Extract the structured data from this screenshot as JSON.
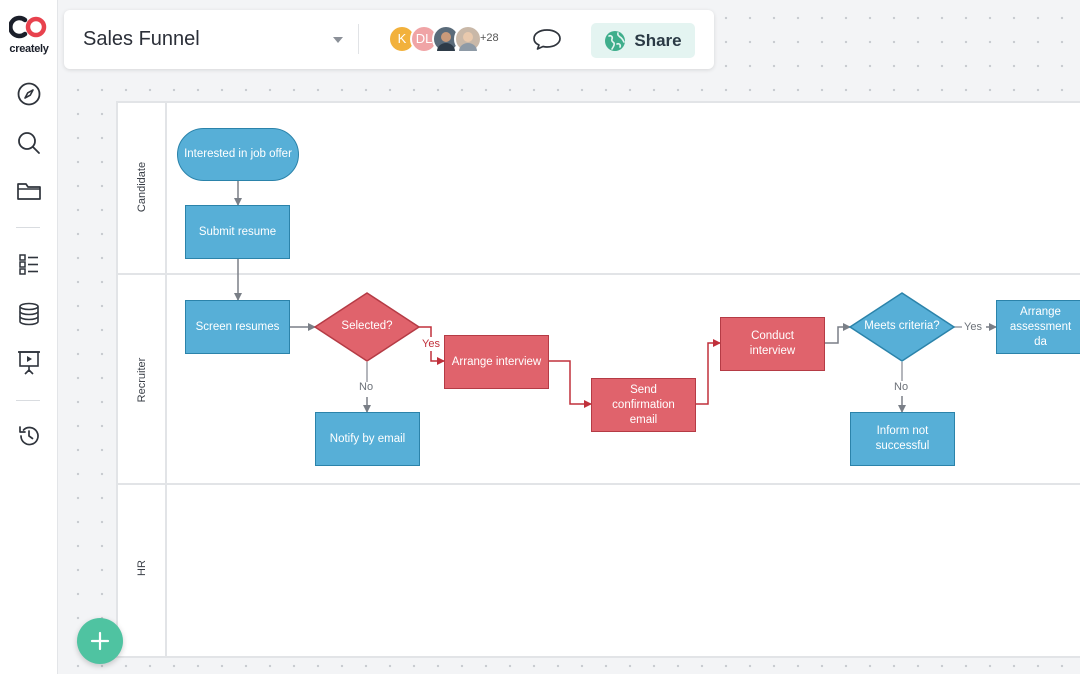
{
  "app": {
    "logo_text": "creately"
  },
  "sidebar": {
    "items": [
      {
        "icon": "compass-icon"
      },
      {
        "icon": "search-icon"
      },
      {
        "icon": "folder-icon"
      },
      {
        "icon": "checklist-icon"
      },
      {
        "icon": "database-icon"
      },
      {
        "icon": "presentation-icon"
      },
      {
        "icon": "history-icon"
      }
    ]
  },
  "header": {
    "title": "Sales Funnel",
    "collaborators": [
      {
        "initial": "K",
        "color": "#f2b13c"
      },
      {
        "initial": "DL",
        "color": "#f0a4a6"
      },
      {
        "initial": "",
        "color": "#5a6b7a"
      },
      {
        "initial": "",
        "color": "#c9b8a8"
      }
    ],
    "more_count": "+28",
    "share_label": "Share"
  },
  "swimlanes": {
    "lanes": [
      "Candidate",
      "Recruiter",
      "HR"
    ]
  },
  "diagram": {
    "nodes": {
      "interested": "Interested in job offer",
      "submit_resume": "Submit resume",
      "screen_resumes": "Screen resumes",
      "selected": "Selected?",
      "notify_email": "Notify by email",
      "arrange_interview": "Arrange interview",
      "send_confirmation": "Send confirmation email",
      "conduct_interview": "Conduct interview",
      "meets_criteria": "Meets criteria?",
      "inform_not_successful": "Inform not successful",
      "arrange_assessment": "Arrange assessment da"
    },
    "edge_labels": {
      "selected_yes": "Yes",
      "selected_no": "No",
      "criteria_yes": "Yes",
      "criteria_no": "No"
    }
  },
  "colors": {
    "accent": "#4fc3a1",
    "blue_node": "#57afd7",
    "red_node": "#e0636c"
  }
}
